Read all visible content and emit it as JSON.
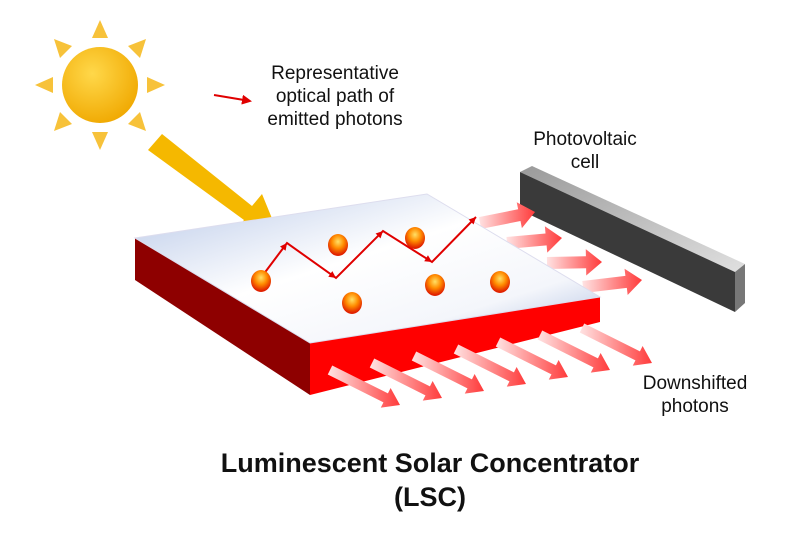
{
  "legend": {
    "line1": "Representative",
    "line2": "optical path of",
    "line3": "emitted photons"
  },
  "pv_label": {
    "line1": "Photovoltaic",
    "line2": "cell"
  },
  "output_label": {
    "line1": "Downshifted",
    "line2": "photons"
  },
  "title": {
    "line1": "Luminescent Solar Concentrator",
    "line2": "(LSC)"
  },
  "colors": {
    "sun": "#f5b800",
    "path": "#e00000",
    "slab_edge": "#ff0000",
    "pv": "#3a3a3a"
  }
}
